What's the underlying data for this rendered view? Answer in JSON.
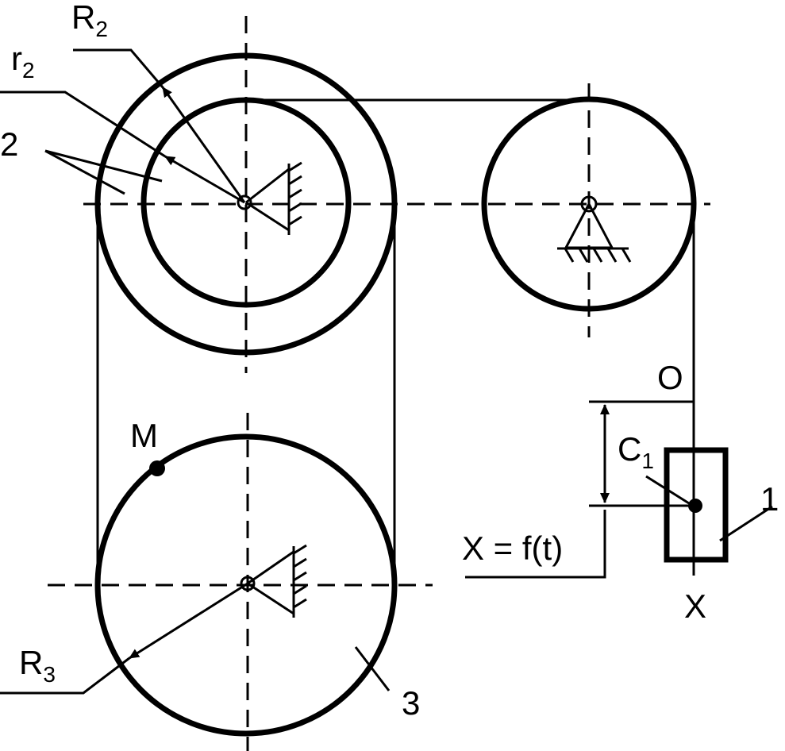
{
  "labels": {
    "R2_main": "R",
    "R2_sub": "2",
    "r2_main": "r",
    "r2_sub": "2",
    "body2": "2",
    "M": "M",
    "R3_main": "R",
    "R3_sub": "3",
    "body3": "3",
    "O": "O",
    "C1_main": "C",
    "C1_sub": "1",
    "body1": "1",
    "X_eq": "X = f(t)",
    "X_axis": "X"
  }
}
